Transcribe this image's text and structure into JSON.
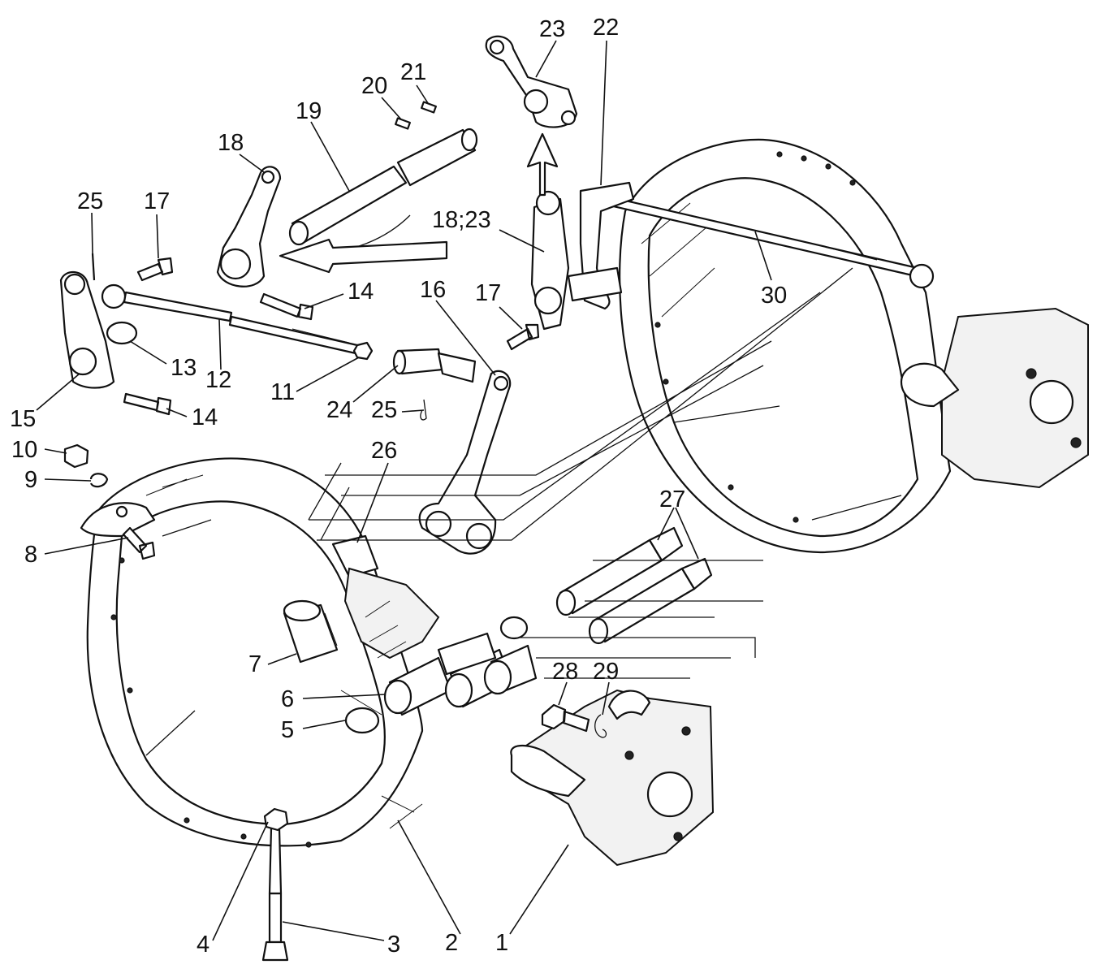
{
  "callouts": [
    {
      "id": "c1",
      "text": "1"
    },
    {
      "id": "c2",
      "text": "2"
    },
    {
      "id": "c3",
      "text": "3"
    },
    {
      "id": "c4",
      "text": "4"
    },
    {
      "id": "c5",
      "text": "5"
    },
    {
      "id": "c6",
      "text": "6"
    },
    {
      "id": "c7",
      "text": "7"
    },
    {
      "id": "c8",
      "text": "8"
    },
    {
      "id": "c9",
      "text": "9"
    },
    {
      "id": "c10",
      "text": "10"
    },
    {
      "id": "c11",
      "text": "11"
    },
    {
      "id": "c12",
      "text": "12"
    },
    {
      "id": "c13",
      "text": "13"
    },
    {
      "id": "c14a",
      "text": "14"
    },
    {
      "id": "c14b",
      "text": "14"
    },
    {
      "id": "c15",
      "text": "15"
    },
    {
      "id": "c16",
      "text": "16"
    },
    {
      "id": "c17a",
      "text": "17"
    },
    {
      "id": "c17b",
      "text": "17"
    },
    {
      "id": "c18",
      "text": "18"
    },
    {
      "id": "c18_23",
      "text": "18;23"
    },
    {
      "id": "c19",
      "text": "19"
    },
    {
      "id": "c20",
      "text": "20"
    },
    {
      "id": "c21",
      "text": "21"
    },
    {
      "id": "c22",
      "text": "22"
    },
    {
      "id": "c23",
      "text": "23"
    },
    {
      "id": "c24",
      "text": "24"
    },
    {
      "id": "c25a",
      "text": "25"
    },
    {
      "id": "c25b",
      "text": "25"
    },
    {
      "id": "c26",
      "text": "26"
    },
    {
      "id": "c27",
      "text": "27"
    },
    {
      "id": "c28",
      "text": "28"
    },
    {
      "id": "c29",
      "text": "29"
    },
    {
      "id": "c30",
      "text": "30"
    }
  ]
}
